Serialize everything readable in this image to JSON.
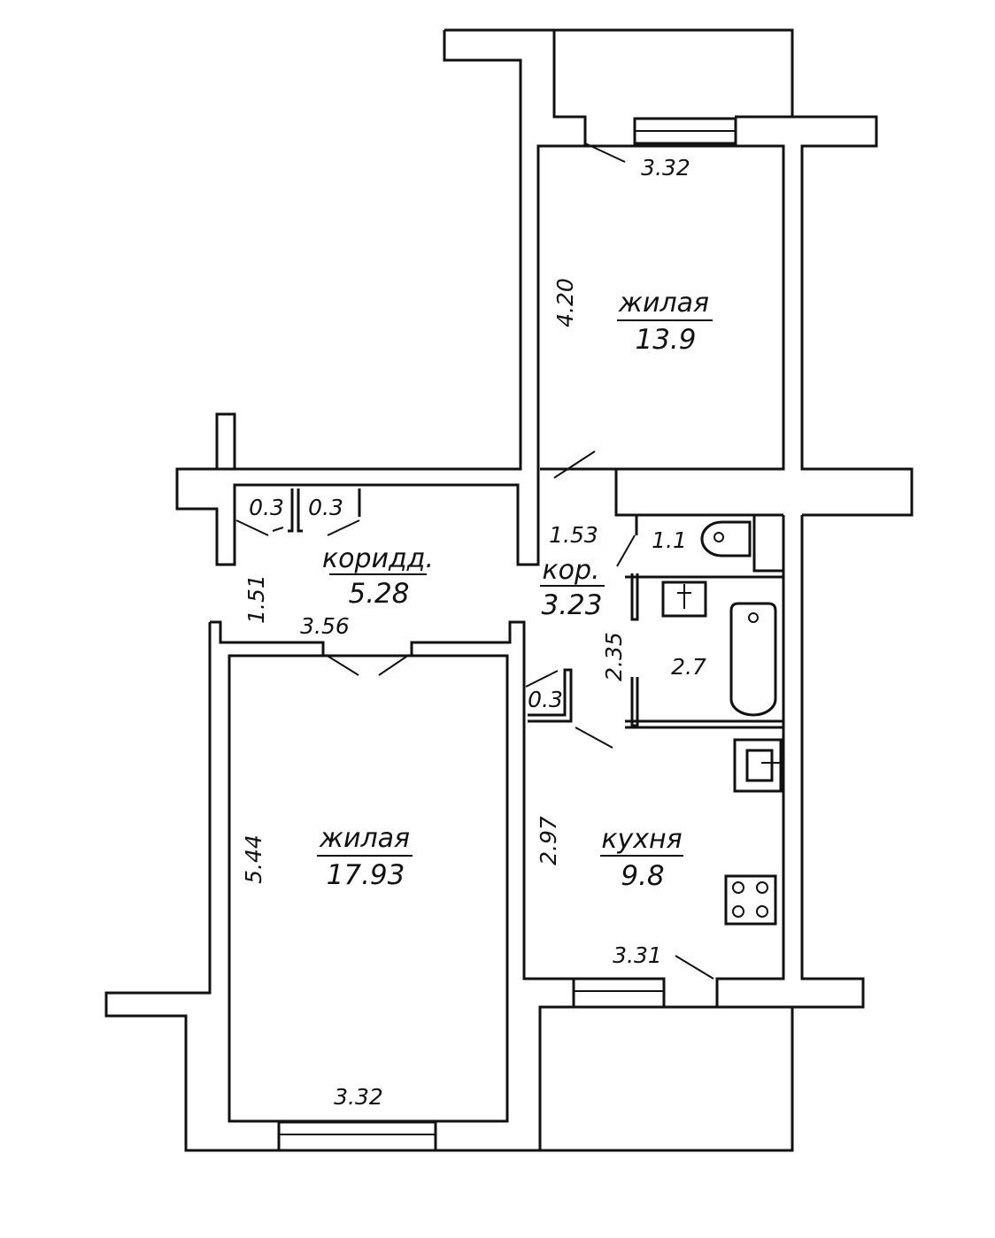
{
  "rooms": {
    "living_top": {
      "name": "жилая",
      "area": "13.9"
    },
    "living_bottom": {
      "name": "жилая",
      "area": "17.93"
    },
    "corridor": {
      "name": "коридд.",
      "area": "5.28"
    },
    "corridor_small": {
      "name": "кор.",
      "area": "3.23"
    },
    "kitchen": {
      "name": "кухня",
      "area": "9.8"
    },
    "wc": {
      "area": "1.1"
    },
    "bath": {
      "area": "2.7"
    },
    "closet_1": {
      "area": "0.3"
    },
    "closet_2": {
      "area": "0.3"
    },
    "closet_3": {
      "area": "0.3"
    }
  },
  "dimensions": {
    "top_room_width": "3.32",
    "top_room_length": "4.20",
    "corridor_width": "1.51",
    "corridor_length": "3.56",
    "small_corr_width": "1.53",
    "bath_length": "2.35",
    "kitchen_length": "2.97",
    "kitchen_width": "3.31",
    "bottom_room_length": "5.44",
    "bottom_room_width": "3.32"
  },
  "colors": {
    "line": "#111111",
    "background": "#ffffff"
  }
}
